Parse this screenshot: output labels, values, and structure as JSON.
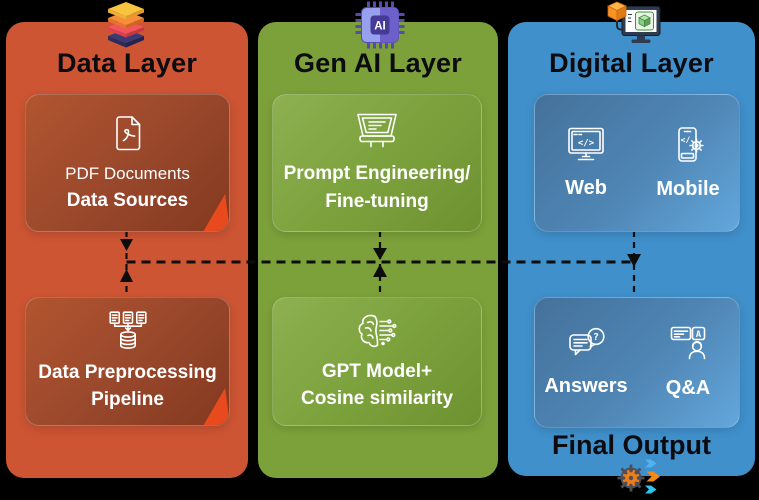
{
  "theme": {
    "background": "#000000",
    "data_panel": "#cd5533",
    "genai_panel": "#7da13a",
    "digital_panel": "#4090cc",
    "corner_accent": "#e8491d",
    "connector": "#0d0d0d",
    "title_text": "#0b0b10",
    "card_text": "#ffffff"
  },
  "panels": [
    {
      "title": "Data Layer",
      "header_icon": "layers-stack-icon",
      "cards": [
        {
          "icon": "pdf-document-icon",
          "line1": "PDF Documents",
          "line2": "Data Sources"
        },
        {
          "icon": "data-pipeline-icon",
          "line1": "Data Preprocessing",
          "line2": "Pipeline"
        }
      ]
    },
    {
      "title": "Gen AI Layer",
      "header_icon": "ai-chip-icon",
      "cards": [
        {
          "icon": "prompt-board-icon",
          "line1": "Prompt Engineering/",
          "line2": "Fine-tuning"
        },
        {
          "icon": "ai-brain-icon",
          "line1": "GPT Model+",
          "line2": "Cosine similarity"
        }
      ]
    },
    {
      "title": "Digital Layer",
      "header_icon": "cube-monitor-icon",
      "cards": [
        {
          "items": [
            {
              "icon": "web-monitor-icon",
              "label": "Web"
            },
            {
              "icon": "mobile-phone-icon",
              "label": "Mobile"
            }
          ]
        },
        {
          "items": [
            {
              "icon": "answers-chat-icon",
              "label": "Answers"
            },
            {
              "icon": "qa-person-icon",
              "label": "Q&A"
            }
          ]
        }
      ],
      "footer_label": "Final Output",
      "footer_icon": "process-gears-icon"
    }
  ],
  "icon_glyphs": {
    "chip_label": "AI",
    "web_code": "</>",
    "mobile_code": "</",
    "question_mark": "?",
    "answer_letter": "A"
  }
}
